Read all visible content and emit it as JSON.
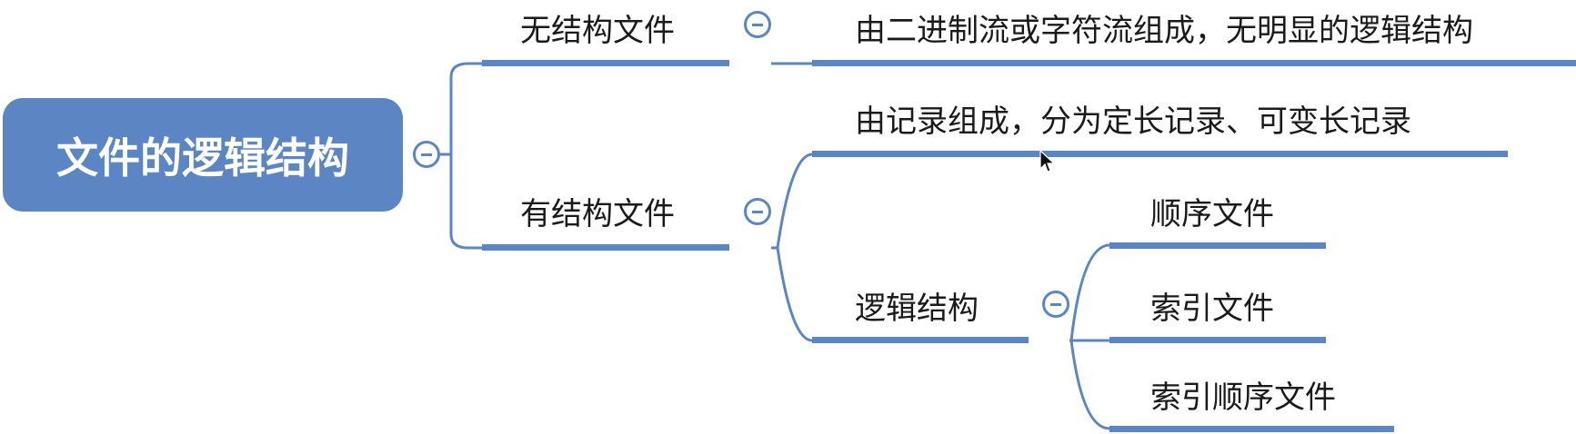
{
  "root": {
    "label": "文件的逻辑结构"
  },
  "branches": {
    "unstructured": {
      "label": "无结构文件",
      "description": "由二进制流或字符流组成，无明显的逻辑结构"
    },
    "structured": {
      "label": "有结构文件",
      "description": "由记录组成，分为定长记录、可变长记录",
      "logical": {
        "label": "逻辑结构",
        "children": [
          "顺序文件",
          "索引文件",
          "索引顺序文件"
        ]
      }
    }
  },
  "colors": {
    "accent": "#5b86c3",
    "text": "#1a1a1a",
    "background": "#ffffff"
  },
  "icons": {
    "collapse": "minus-circle-icon",
    "cursor": "mouse-pointer-icon"
  }
}
